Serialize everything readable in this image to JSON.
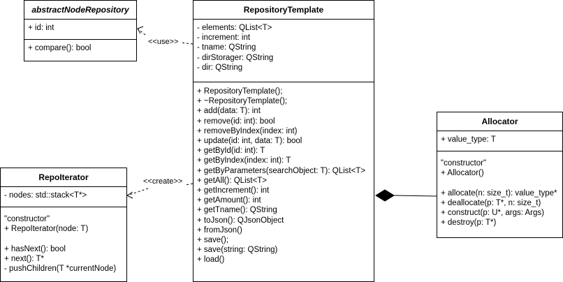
{
  "classes": {
    "abstract_node_repository": {
      "name": "abstractNodeRepository",
      "attributes": [
        "+ id: int"
      ],
      "operations": [
        "+ compare(): bool"
      ]
    },
    "repository_template": {
      "name": "RepositoryTemplate",
      "attributes": [
        "- elements: QList<T>",
        "- increment: int",
        "- tname: QString",
        "- dirStorager: QString",
        "- dir: QString"
      ],
      "operations": [
        "+ RepositoryTemplate();",
        "+ ~RepositoryTemplate();",
        "+ add(data: T): int",
        "+ remove(id: int): bool",
        "+ removeByIndex(index: int)",
        "+ update(id: int, data: T): bool",
        "+ getById(id: int): T",
        "+ getByIndex(index: int): T",
        "+ getByParameters(searchObject: T): QList<T>",
        "+ getAll(): QList<T>",
        "+ getIncrement(): int",
        "+ getAmount(): int",
        "+ getTname(): QString",
        "+ toJson(): QJsonObject",
        "+ fromJson()",
        "+ save();",
        "+ save(string: QString)",
        "+ load()"
      ]
    },
    "allocator": {
      "name": "Allocator",
      "attributes": [
        "+ value_type: T"
      ],
      "operations": [
        "\"constructor\"",
        "+ Allocator()",
        "",
        "+ allocate(n: size_t): value_type*",
        "+ deallocate(p: T*, n: size_t)",
        "+ construct(p: U*, args: Args)",
        "+ destroy(p: T*)"
      ]
    },
    "repo_iterator": {
      "name": "RepoIterator",
      "attributes": [
        "- nodes: std::stack<T*>"
      ],
      "operations": [
        "\"constructor\"",
        "+ RepoIterator(node: T)",
        "",
        "+ hasNext(): bool",
        "+ next(): T*",
        "- pushChildren(T *currentNode)"
      ]
    }
  },
  "connectors": {
    "use_label": "<<use>>",
    "create_label": "<<create>>"
  }
}
